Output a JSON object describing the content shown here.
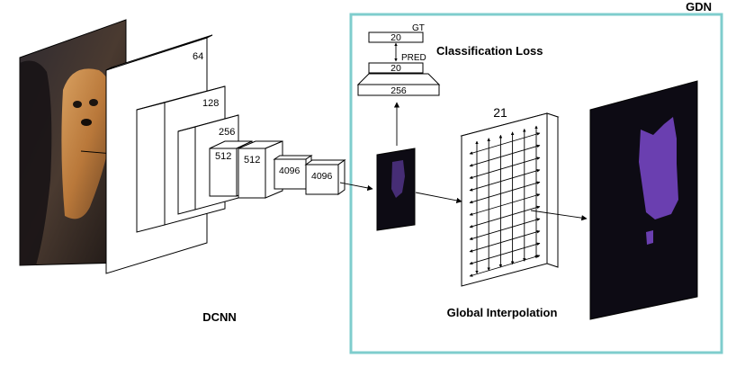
{
  "labels": {
    "gdn": "GDN",
    "dcnn": "DCNN",
    "global_interpolation": "Global Interpolation",
    "classification_loss": "Classification Loss",
    "gt": "GT",
    "pred": "PRED",
    "gt_value": "20",
    "pred_value": "20",
    "fc_256": "256",
    "grid_21": "21"
  },
  "layers": {
    "conv1": "64",
    "conv2": "128",
    "conv3": "256",
    "conv4a": "512",
    "conv4b": "512",
    "fc6": "4096",
    "fc7": "4096"
  },
  "colors": {
    "gdn_border": "#7fcdcd",
    "segmentation_class": "#6a3fb0",
    "map_background": "#0d0b14"
  }
}
